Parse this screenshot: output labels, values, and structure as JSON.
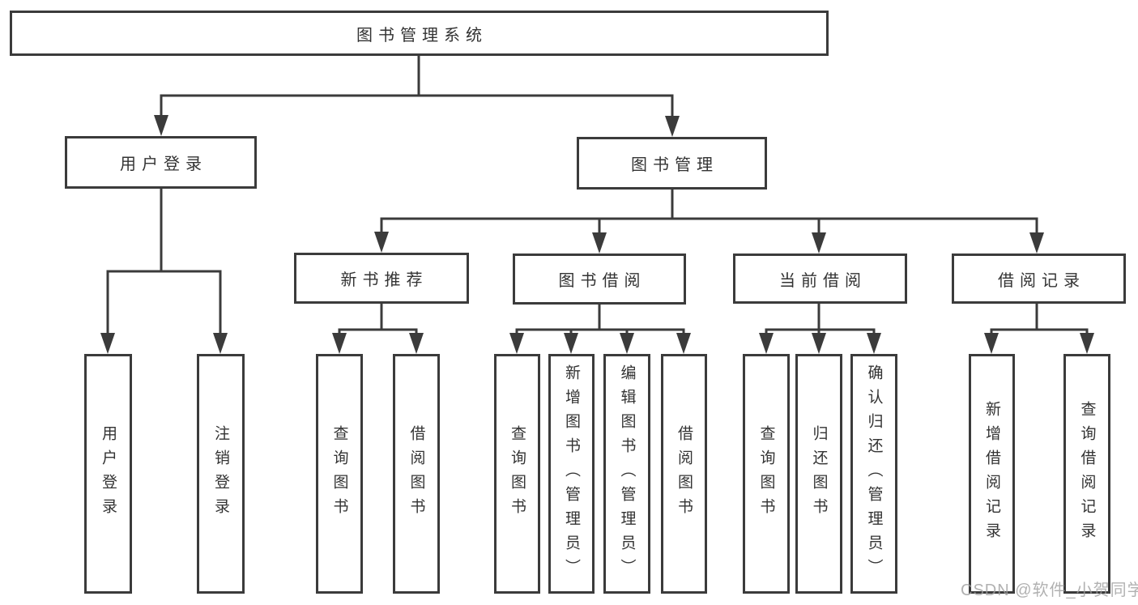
{
  "diagram": {
    "root": {
      "label": "图书管理系统"
    },
    "branches": [
      {
        "label": "用户登录",
        "children": [
          "用户登录",
          "注销登录"
        ]
      },
      {
        "label": "图书管理",
        "children": [
          {
            "label": "新书推荐",
            "children": [
              "查询图书",
              "借阅图书"
            ]
          },
          {
            "label": "图书借阅",
            "children": [
              "查询图书",
              "新增图书（管理员）",
              "编辑图书（管理员）",
              "借阅图书"
            ]
          },
          {
            "label": "当前借阅",
            "children": [
              "查询图书",
              "归还图书",
              "确认归还（管理员）"
            ]
          },
          {
            "label": "借阅记录",
            "children": [
              "新增借阅记录",
              "查询借阅记录"
            ]
          }
        ]
      }
    ]
  },
  "watermark": {
    "text": "CSDN @软件_小贺同学"
  },
  "colors": {
    "line": "#3b3b3b",
    "text": "#333333",
    "watermark": "#9e9e9e",
    "background": "#ffffff"
  }
}
